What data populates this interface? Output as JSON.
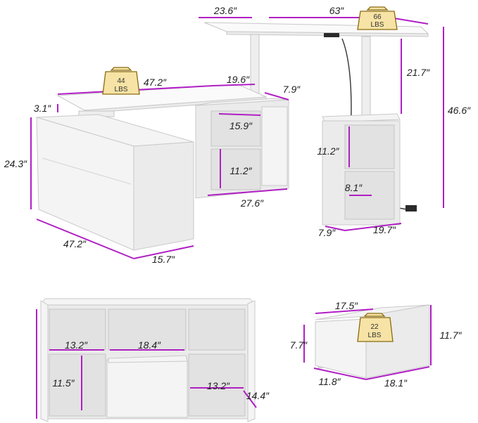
{
  "accent_color": "#b01fc4",
  "weight_badges": [
    {
      "value": "66",
      "unit": "LBS"
    },
    {
      "value": "44",
      "unit": "LBS"
    },
    {
      "value": "22",
      "unit": "LBS"
    }
  ],
  "desk_dimensions": {
    "top_depth": "23.6″",
    "top_width": "63″",
    "lift_height": "21.7″",
    "total_height": "46.6″",
    "cabinet_top_width": "47.2″",
    "cabinet_top_depth": "19.6″",
    "shelf_depth": "7.9″",
    "top_thickness": "3.1″",
    "shelf_width": "15.9″",
    "cabinet_height": "24.3″",
    "shelf_height": "11.2″",
    "shelf_unit_width": "27.6″",
    "cabinet_length": "47.2″",
    "cabinet_depth": "15.7″",
    "tower_shelf_height": "11.2″",
    "tower_inner_width": "8.1″",
    "tower_depth": "7.9″",
    "tower_width": "19.7″"
  },
  "cabinet_dimensions": {
    "compartment_left_width": "13.2″",
    "compartment_center_width": "18.4″",
    "compartment_height": "11.5″",
    "compartment_right_width": "13.2″",
    "door_height": "14.4″"
  },
  "drawer_dimensions": {
    "width": "17.5″",
    "inner_height": "7.7″",
    "height": "11.7″",
    "depth": "11.8″",
    "length": "18.1″"
  }
}
